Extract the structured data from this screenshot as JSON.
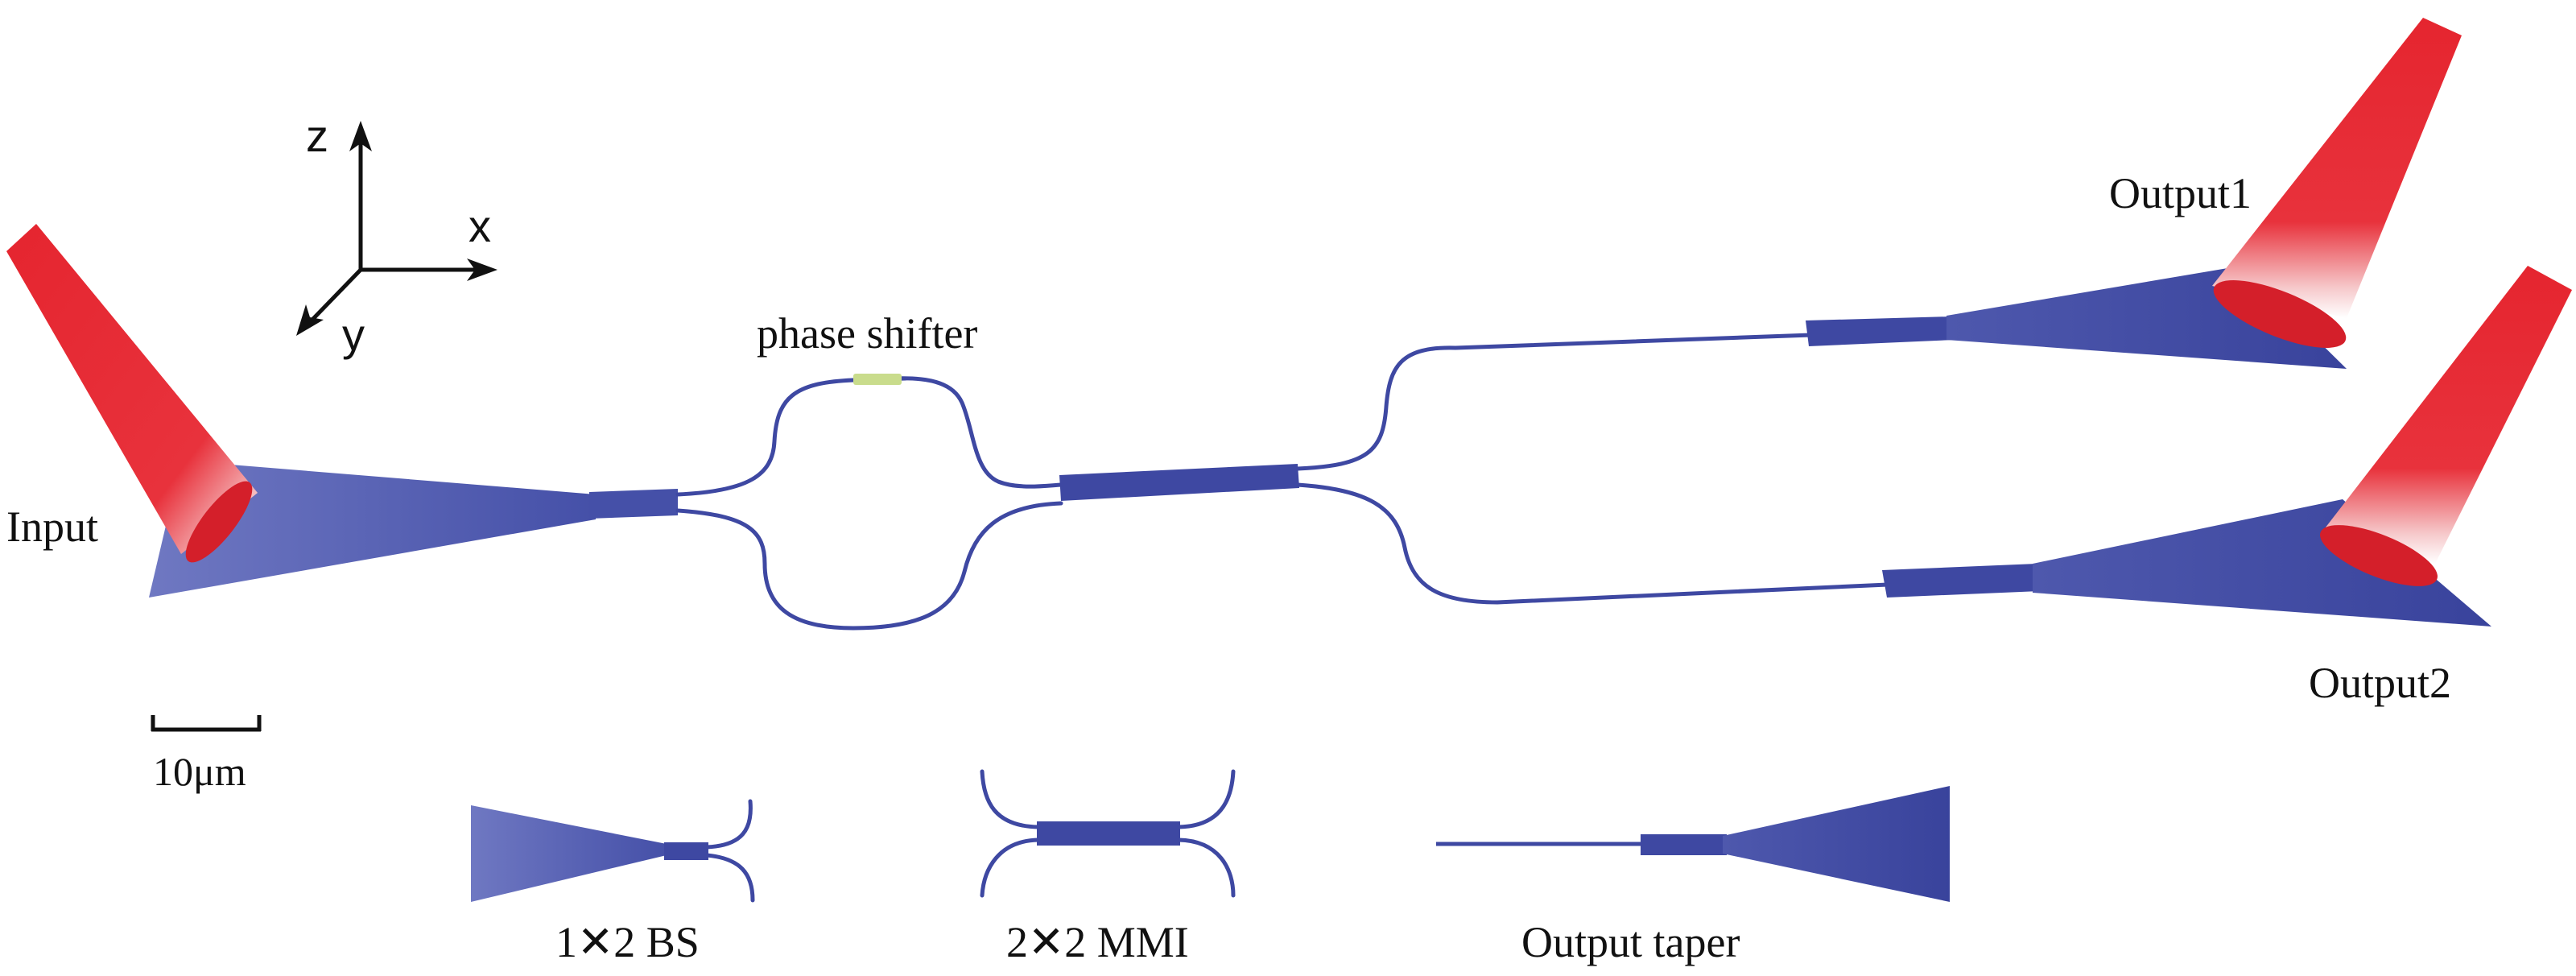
{
  "labels": {
    "input": "Input",
    "output1": "Output1",
    "output2": "Output2",
    "phase_shifter": "phase shifter",
    "scale_bar": "10μm"
  },
  "axes": {
    "z": "z",
    "x": "x",
    "y": "y"
  },
  "legend": {
    "bs": "1✕2 BS",
    "mmi": "2✕2 MMI",
    "taper": "Output taper"
  },
  "colors": {
    "waveguide": "#3e48a2",
    "waveguide_light": "#6a74bf",
    "beam": "#e0242f",
    "phase_shifter": "#c9dc8c",
    "text": "#111111"
  }
}
